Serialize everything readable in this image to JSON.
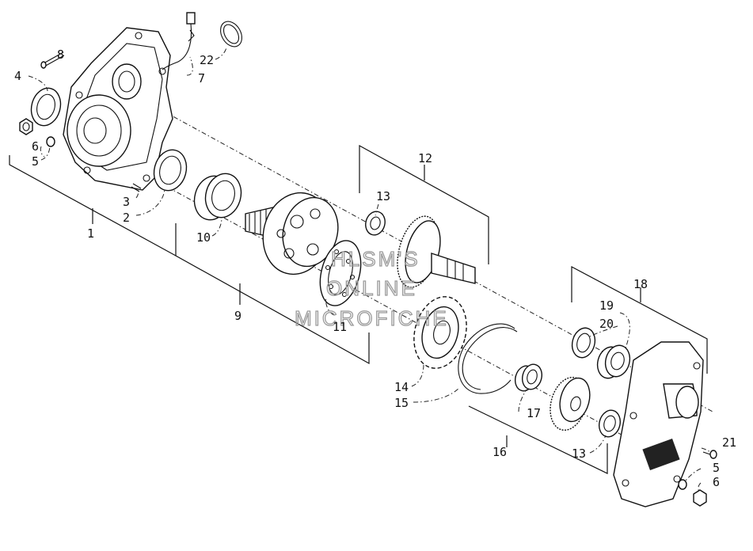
{
  "watermark": {
    "line1": "HLSM'S",
    "line2": "ONLINE",
    "line3": "MICROFICHE"
  },
  "callouts": {
    "c1": "1",
    "c2": "2",
    "c3": "3",
    "c4": "4",
    "c5a": "5",
    "c6a": "6",
    "c7": "7",
    "c8": "8",
    "c9": "9",
    "c10": "10",
    "c11": "11",
    "c12": "12",
    "c13a": "13",
    "c13b": "13",
    "c14": "14",
    "c15": "15",
    "c16": "16",
    "c17": "17",
    "c18": "18",
    "c19": "19",
    "c20": "20",
    "c21": "21",
    "c22": "22",
    "c5b": "5",
    "c6b": "6"
  }
}
